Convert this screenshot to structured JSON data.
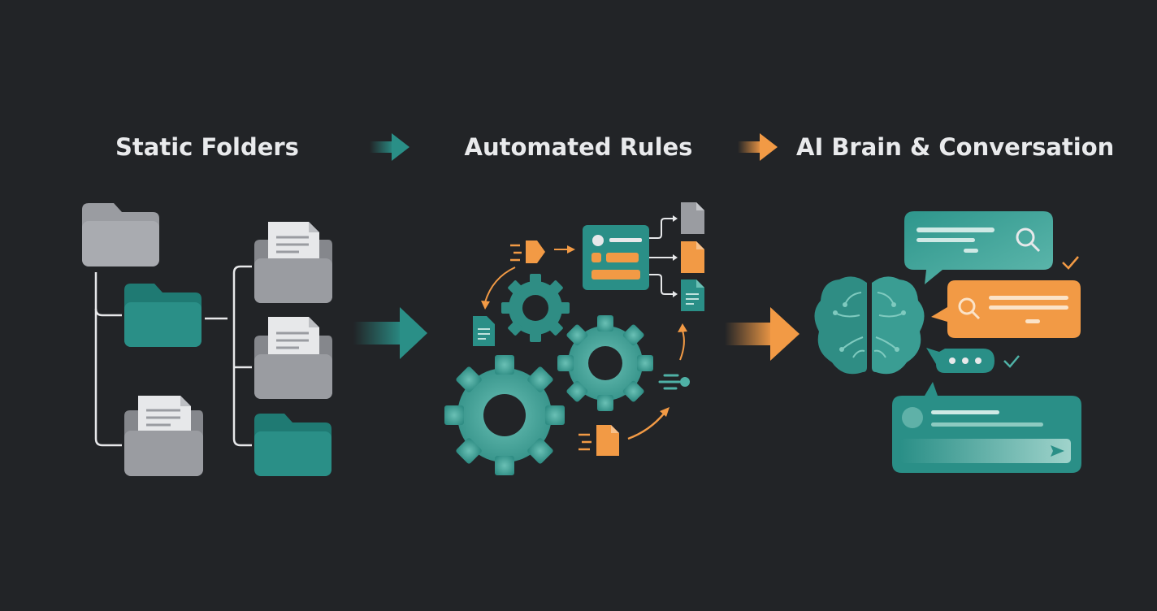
{
  "stages": [
    {
      "title": "Static Folders",
      "icon": "folder-tree-icon"
    },
    {
      "title": "Automated Rules",
      "icon": "gears-icon"
    },
    {
      "title": "AI Brain & Conversation",
      "icon": "brain-chat-icon"
    }
  ],
  "colors": {
    "background": "#222427",
    "teal": "#2a8f87",
    "teal_light": "#4fb1a6",
    "orange": "#f29a45",
    "gray": "#9a9ca1",
    "paper": "#e7e8ea",
    "title": "#e9eaec"
  }
}
